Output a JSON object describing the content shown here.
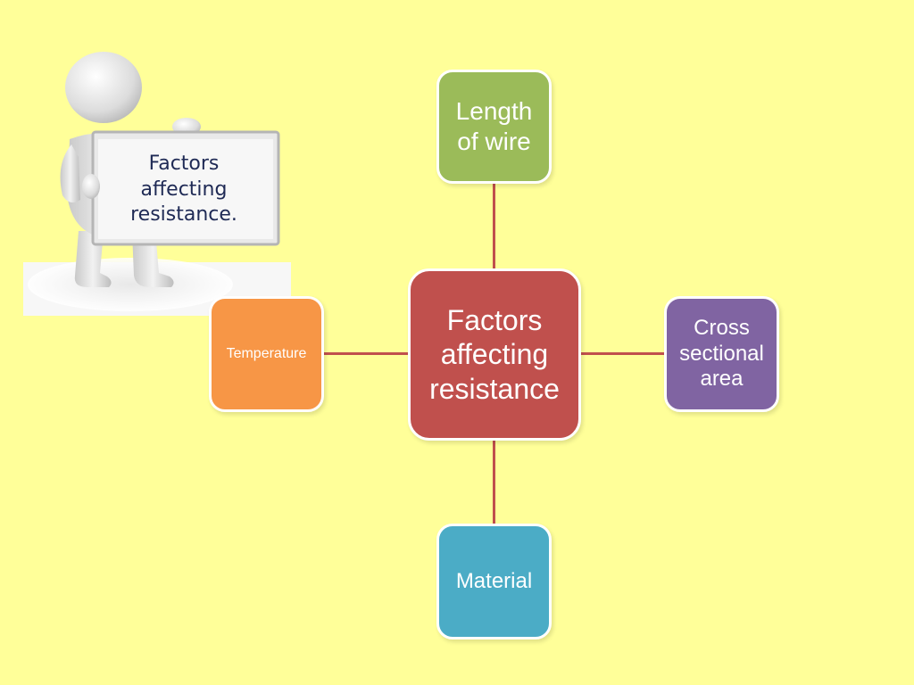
{
  "diagram": {
    "center": {
      "label": "Factors affecting resistance",
      "color": "#c0504d"
    },
    "nodes": [
      {
        "id": "length",
        "label": "Length of wire",
        "color": "#9bbb59"
      },
      {
        "id": "temperature",
        "label": "Temperature",
        "color": "#f79646"
      },
      {
        "id": "cross",
        "label": "Cross sectional area",
        "color": "#8064a2"
      },
      {
        "id": "material",
        "label": "Material",
        "color": "#4bacc6"
      }
    ],
    "connector_color": "#c0504d"
  },
  "clipart": {
    "icon": "person-holding-sign-icon",
    "sign_text": "Factors\naffecting\nresistance."
  },
  "background_color": "#ffff99"
}
